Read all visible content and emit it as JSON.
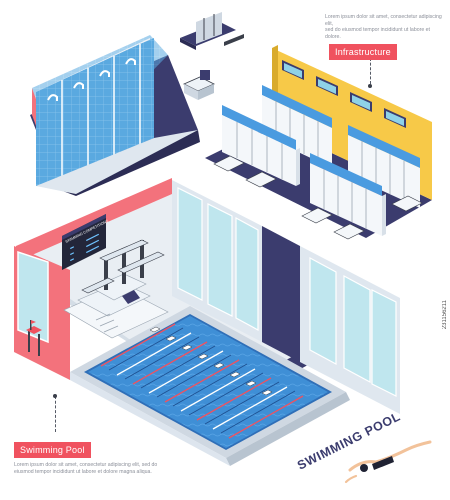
{
  "infrastructure": {
    "label": "Infrastructure",
    "description": "Lorem ipsum dolor sit amet, consectetur adipiscing elit,\nsed do eiusmod tempor incididunt ut labore et dolore."
  },
  "pool": {
    "label": "Swimming Pool",
    "description": "Lorem ipsum dolor sit amet, consectetur adipiscing elit, sed do\neiusmod tempor incididunt ut labore et dolore magna aliqua."
  },
  "scoreboard": {
    "title": "SWIMMING COMPETITIONS"
  },
  "headline": "SWIMMING POOL",
  "watermark": "231156211",
  "colors": {
    "coral": "#f0525f",
    "wall_pink": "#f3727c",
    "navy": "#3b3c6e",
    "floor": "#e9eef3",
    "water": "#3f8fd6",
    "tile_blue": "#5aa9e0",
    "locker_blue": "#4a9be0",
    "yellow": "#f7c948"
  }
}
